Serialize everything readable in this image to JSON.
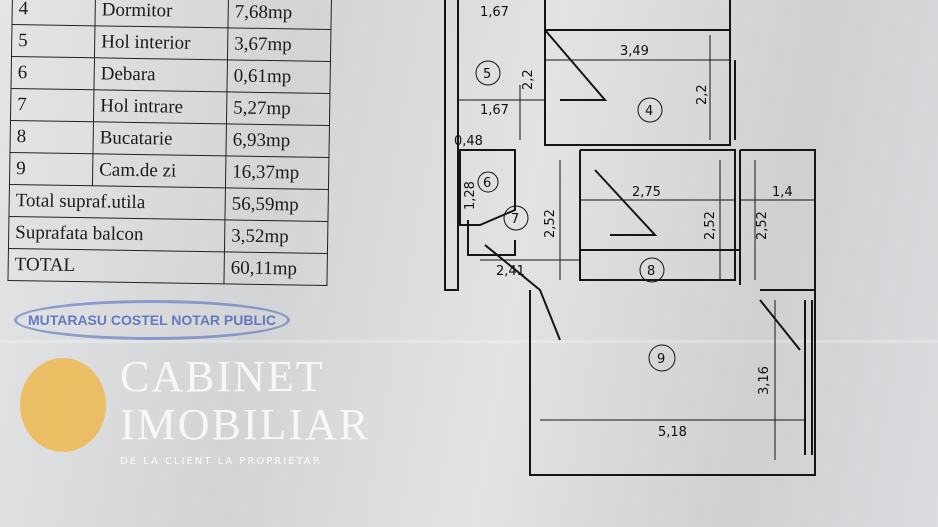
{
  "table": {
    "rows": [
      {
        "num": "4",
        "name": "Dormitor",
        "area": "7,68mp"
      },
      {
        "num": "5",
        "name": "Hol interior",
        "area": "3,67mp"
      },
      {
        "num": "6",
        "name": "Debara",
        "area": "0,61mp"
      },
      {
        "num": "7",
        "name": "Hol intrare",
        "area": "5,27mp"
      },
      {
        "num": "8",
        "name": "Bucatarie",
        "area": "6,93mp"
      },
      {
        "num": "9",
        "name": "Cam.de zi",
        "area": "16,37mp"
      }
    ],
    "total_util_label": "Total supraf.utila",
    "total_util": "56,59mp",
    "balcon_label": "Suprafata balcon",
    "balcon": "3,52mp",
    "total_label": "TOTAL",
    "total": "60,11mp"
  },
  "stamp": {
    "text": "MUTARASU COSTEL NOTAR PUBLIC",
    "color": "#4664be"
  },
  "plan": {
    "rooms": [
      "4",
      "5",
      "6",
      "7",
      "8",
      "9"
    ],
    "dims": [
      "1,67",
      "3,49",
      "2,2",
      "1,67",
      "2,2",
      "0,48",
      "1,28",
      "2,75",
      "1,4",
      "2,52",
      "2,52",
      "2,52",
      "2,41",
      "3,16",
      "5,18"
    ]
  },
  "watermark": {
    "line1": "CABINET",
    "line2": "IMOBILIAR",
    "tagline": "DE LA CLIENT LA PROPRIETAR",
    "accent": "#f0b43c"
  }
}
